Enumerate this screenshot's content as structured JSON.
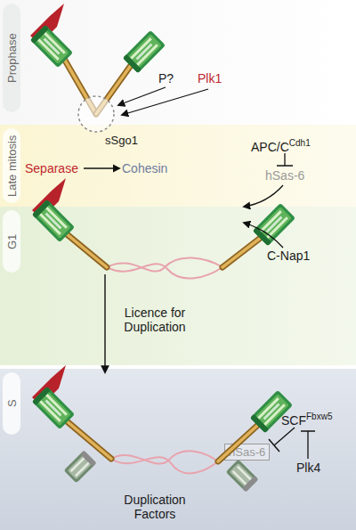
{
  "diagram": {
    "nodes": [
      {
        "text": [
          "Prophase"
        ]
      },
      {
        "text": [
          "Late mitosis"
        ]
      },
      {
        "text": [
          "G1"
        ]
      },
      {
        "text": [
          "S"
        ]
      },
      {
        "text": [
          "hSas-6"
        ],
        "in": 3
      }
    ],
    "labels": [
      "P?",
      "Plk1",
      "sSgo1",
      "Separase",
      "Cohesin",
      "APC/C",
      "Cdh1",
      "hSas-6",
      "C-Nap1",
      "Licence for Duplication",
      "SCF",
      "Fbxw5",
      "Plk4",
      "Duplication Factors"
    ]
  }
}
